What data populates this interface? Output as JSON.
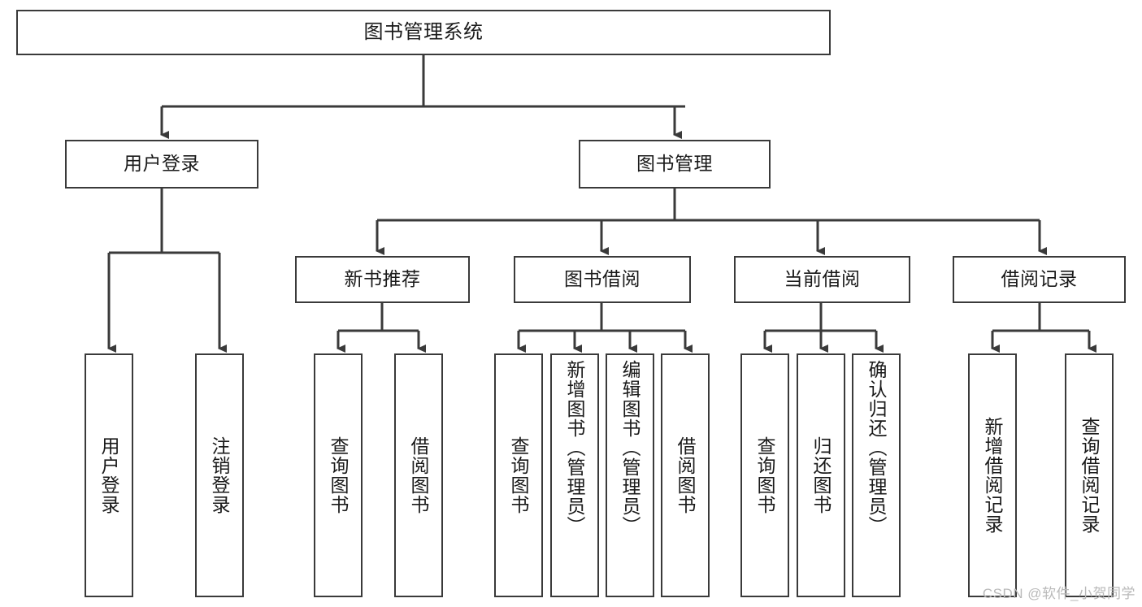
{
  "diagram": {
    "title": "图书管理系统",
    "watermark": "CSDN @软件_小贺同学",
    "colors": {
      "stroke": "#3a3a3a",
      "background": "#ffffff",
      "text": "#1a1a1a",
      "watermark": "#b9b9b9"
    },
    "nodes": {
      "root": {
        "label": "图书管理系统",
        "level": 1
      },
      "user_login": {
        "label": "用户登录",
        "level": 2
      },
      "book_manage": {
        "label": "图书管理",
        "level": 2
      },
      "new_book_rec": {
        "label": "新书推荐",
        "level": 3
      },
      "book_borrow": {
        "label": "图书借阅",
        "level": 3
      },
      "current_borrow": {
        "label": "当前借阅",
        "level": 3
      },
      "borrow_record": {
        "label": "借阅记录",
        "level": 3
      },
      "leaf_user_login": {
        "label": "用户登录",
        "level": 4
      },
      "leaf_logout": {
        "label": "注销登录",
        "level": 4
      },
      "leaf_query_book_1": {
        "label": "查询图书",
        "level": 4
      },
      "leaf_borrow_book_1": {
        "label": "借阅图书",
        "level": 4
      },
      "leaf_query_book_2": {
        "label": "查询图书",
        "level": 4
      },
      "leaf_add_book": {
        "label": "新增图书（管理员）",
        "level": 4
      },
      "leaf_edit_book": {
        "label": "编辑图书（管理员）",
        "level": 4
      },
      "leaf_borrow_book_2": {
        "label": "借阅图书",
        "level": 4
      },
      "leaf_query_book_3": {
        "label": "查询图书",
        "level": 4
      },
      "leaf_return_book": {
        "label": "归还图书",
        "level": 4
      },
      "leaf_confirm_return": {
        "label": "确认归还（管理员）",
        "level": 4
      },
      "leaf_add_record": {
        "label": "新增借阅记录",
        "level": 4
      },
      "leaf_query_record": {
        "label": "查询借阅记录",
        "level": 4
      }
    },
    "edges": [
      {
        "from": "root",
        "to": "user_login"
      },
      {
        "from": "root",
        "to": "book_manage"
      },
      {
        "from": "user_login",
        "to": "leaf_user_login"
      },
      {
        "from": "user_login",
        "to": "leaf_logout"
      },
      {
        "from": "book_manage",
        "to": "new_book_rec"
      },
      {
        "from": "book_manage",
        "to": "book_borrow"
      },
      {
        "from": "book_manage",
        "to": "current_borrow"
      },
      {
        "from": "book_manage",
        "to": "borrow_record"
      },
      {
        "from": "new_book_rec",
        "to": "leaf_query_book_1"
      },
      {
        "from": "new_book_rec",
        "to": "leaf_borrow_book_1"
      },
      {
        "from": "book_borrow",
        "to": "leaf_query_book_2"
      },
      {
        "from": "book_borrow",
        "to": "leaf_add_book"
      },
      {
        "from": "book_borrow",
        "to": "leaf_edit_book"
      },
      {
        "from": "book_borrow",
        "to": "leaf_borrow_book_2"
      },
      {
        "from": "current_borrow",
        "to": "leaf_query_book_3"
      },
      {
        "from": "current_borrow",
        "to": "leaf_return_book"
      },
      {
        "from": "current_borrow",
        "to": "leaf_confirm_return"
      },
      {
        "from": "borrow_record",
        "to": "leaf_add_record"
      },
      {
        "from": "borrow_record",
        "to": "leaf_query_record"
      }
    ]
  }
}
